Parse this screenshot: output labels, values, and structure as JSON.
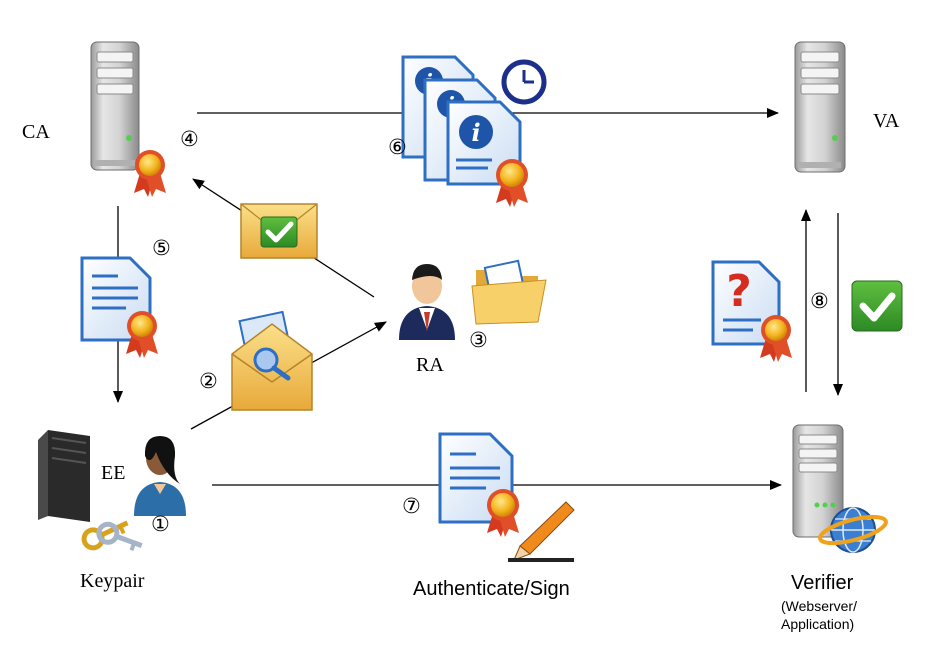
{
  "nodes": {
    "ca": "CA",
    "va": "VA",
    "ra": "RA",
    "ee": "EE",
    "keypair": "Keypair",
    "verifier": "Verifier",
    "verifier_sub1": "(Webserver/",
    "verifier_sub2": "Application)"
  },
  "actions": {
    "authenticate_sign": "Authenticate/Sign"
  },
  "steps": [
    "①",
    "②",
    "③",
    "④",
    "⑤",
    "⑥",
    "⑦",
    "⑧"
  ],
  "colors": {
    "server": "#d8d8d8",
    "document": "#2e6fc4",
    "seal": "#f3b21b",
    "check": "#3d9b2d",
    "envelope": "#f2c14e",
    "question": "#d62b1f",
    "arrow": "#000000"
  },
  "icons": [
    "server-icon",
    "certificate-icon",
    "seal-icon",
    "envelope-icon",
    "checkmark-icon",
    "clock-icon",
    "folder-icon",
    "person-icon",
    "key-icon",
    "pencil-icon",
    "globe-icon",
    "question-icon"
  ]
}
